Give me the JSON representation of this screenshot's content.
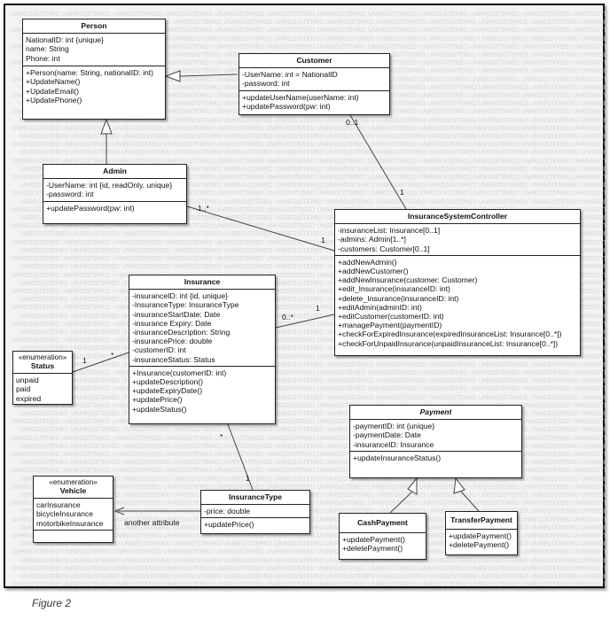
{
  "classes": {
    "person": {
      "name": "Person",
      "attributes": [
        "NationalID: int {unique}",
        "name: String",
        "Phone: int"
      ],
      "operations": [
        "+Person(name: String, nationalID: int)",
        "+UpdateName()",
        "+UpdateEmail()",
        "+UpdatePhone()"
      ]
    },
    "customer": {
      "name": "Customer",
      "attributes": [
        "-UserName: int = NationalID",
        "-password: int"
      ],
      "operations": [
        "+updateUserName(userName: int)",
        "+updatePassword(pw: int)"
      ]
    },
    "admin": {
      "name": "Admin",
      "attributes": [
        "-UserName: int {id, readOnly, unique}",
        "-password: int"
      ],
      "operations": [
        "+updatePassword(pw: int)"
      ]
    },
    "controller": {
      "name": "InsuranceSystemController",
      "attributes": [
        "-insuranceList: Insurance[0..1]",
        "-admins: Admin[1..*]",
        "-customers: Customer[0..1]"
      ],
      "operations": [
        "+addNewAdmin()",
        "+addNewCustomer()",
        "+addNewInsurance(customer: Customer)",
        "+edit_Insurance(insuranceID: int)",
        "+delete_Insurance(insuranceID: int)",
        "+editAdmin(adminID: int)",
        "+editCustomer(customerID: int)",
        "+managePayment(paymentID)",
        "+checkForExpiredInsurance(expiredInsuranceList: Insurance[0..*])",
        "+checkForUnpaidInsurance(unpaidInsuranceList: Insurance[0..*])"
      ]
    },
    "insurance": {
      "name": "Insurance",
      "attributes": [
        "-insuranceID: int {id, unique}",
        "-InsuranceType: InsuranceType",
        "-insuranceStartDate: Date",
        "-insurance Expiry: Date",
        "-insuranceDescription: String",
        "-insurancePrice: double",
        "-customerID: int",
        "-insuranceStatus: Status"
      ],
      "operations": [
        "+Insurance(customerID: int)",
        "+updateDescription()",
        "+updateExpiryDate()",
        "+updatePrice()",
        "+updateStatus()"
      ]
    },
    "status": {
      "stereotype": "«enumeration»",
      "name": "Status",
      "literals": [
        "unpaid",
        "paid",
        "expired"
      ]
    },
    "payment": {
      "name": "Payment",
      "attributes": [
        "-paymentID: int {unique}",
        "-paymentDate: Date",
        "-insuranceID: Insurance"
      ],
      "operations": [
        "+updateInsuranceStatus()"
      ]
    },
    "vehicle": {
      "stereotype": "«enumeration»",
      "name": "Vehicle",
      "literals": [
        "carInsurance",
        "bicycleInsurance",
        "motorbikeInsurance"
      ]
    },
    "insuranceType": {
      "name": "InsuranceType",
      "attributes": [
        "-price: double"
      ],
      "operations": [
        "+updatePrice()"
      ]
    },
    "cashPayment": {
      "name": "CashPayment",
      "operations": [
        "+updatePayment()",
        "+deletePayment()"
      ]
    },
    "transferPayment": {
      "name": "TransferPayment",
      "operations": [
        "+updatePayment()",
        "+deletePayment()"
      ]
    }
  },
  "multiplicities": {
    "customer_ctrl_customer_end": "0..1",
    "customer_ctrl_ctrl_end": "1",
    "admin_ctrl_admin_end": "1..*",
    "admin_ctrl_ctrl_end": "1",
    "insurance_ctrl_insurance_end": "0..*",
    "insurance_ctrl_ctrl_end": "1",
    "status_insurance_status_end": "1",
    "status_insurance_insurance_end": "*",
    "insurance_type_insurance_end": "*",
    "insurance_type_type_end": "1"
  },
  "labels": {
    "another_attribute": "another attribute"
  },
  "watermark_text": "UNREGISTERED",
  "caption": "Figure 2"
}
